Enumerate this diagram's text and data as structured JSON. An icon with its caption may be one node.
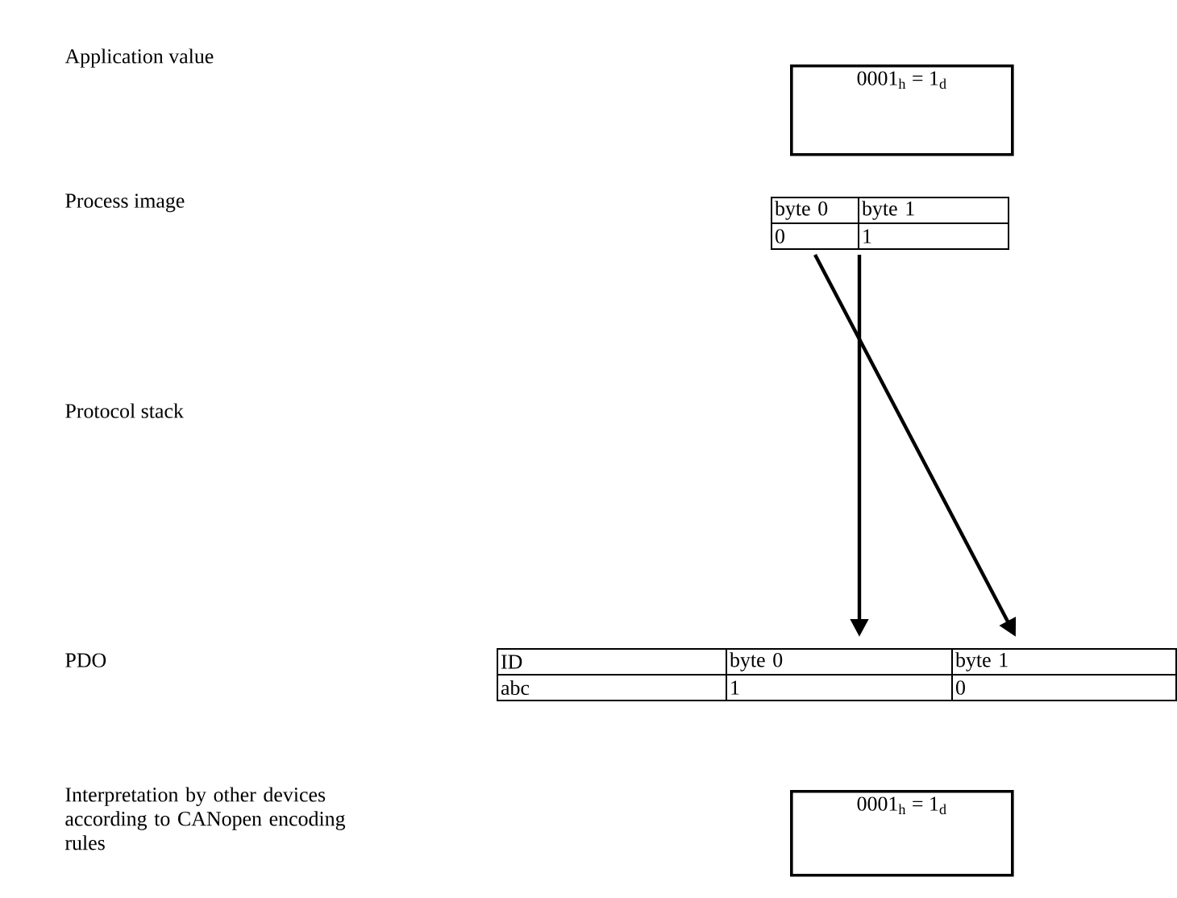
{
  "diagram": {
    "nodes": [
      {
        "text": [
          "0001$_{h}$ = 1$_{d}$"
        ]
      },
      {
        "text": [
          "byte 0"
        ]
      },
      {
        "text": [
          "byte 1"
        ]
      },
      {
        "text": [
          "0"
        ]
      },
      {
        "text": [
          "1"
        ]
      },
      {
        "text": [
          "ID"
        ]
      },
      {
        "text": [
          "byte 0"
        ]
      },
      {
        "text": [
          "byte 1"
        ]
      },
      {
        "text": [
          "abc"
        ]
      },
      {
        "text": [
          "1"
        ]
      },
      {
        "text": [
          "0"
        ]
      },
      {
        "text": [
          "0001$_{h}$ = 1$_{d}$"
        ]
      }
    ],
    "edges": [
      {
        "from": 3,
        "to": 7,
        "arrow": "to"
      },
      {
        "from": 4,
        "to": 6,
        "arrow": "to"
      }
    ],
    "labels": [
      "Application value",
      "Process image",
      "Protocol stack",
      "PDO",
      "Interpretation by other devices according to CANopen encoding rules"
    ]
  }
}
